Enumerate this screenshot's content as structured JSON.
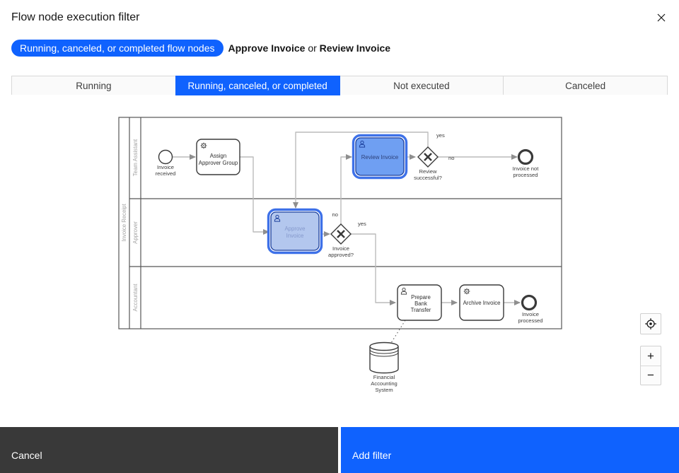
{
  "modal": {
    "title": "Flow node execution filter"
  },
  "summary": {
    "pill_label": "Running, canceled, or completed flow nodes",
    "node_a": "Approve Invoice",
    "conjunction": " or ",
    "node_b": "Review Invoice"
  },
  "tabs": [
    {
      "label": "Running",
      "selected": false
    },
    {
      "label": "Running, canceled, or completed",
      "selected": true
    },
    {
      "label": "Not executed",
      "selected": false
    },
    {
      "label": "Canceled",
      "selected": false
    }
  ],
  "diagram": {
    "pool": "Invoice Receipt",
    "lanes": [
      "Team Assistant",
      "Approver",
      "Accountant"
    ],
    "start_event": {
      "l1": "Invoice",
      "l2": "received"
    },
    "task_assign": {
      "l1": "Assign",
      "l2": "Approver Group"
    },
    "task_review": "Review Invoice",
    "gateway_review": {
      "l1": "Review",
      "l2": "successful?",
      "yes": "yes",
      "no": "no"
    },
    "end_not_processed": {
      "l1": "Invoice not",
      "l2": "processed"
    },
    "task_approve": {
      "l1": "Approve",
      "l2": "Invoice"
    },
    "gateway_approved": {
      "l1": "Invoice",
      "l2": "approved?",
      "yes": "yes",
      "no": "no"
    },
    "task_prepare": {
      "l1": "Prepare",
      "l2": "Bank",
      "l3": "Transfer"
    },
    "task_archive": "Archive Invoice",
    "end_processed": {
      "l1": "Invoice",
      "l2": "processed"
    },
    "datastore": {
      "l1": "Financial",
      "l2": "Accounting",
      "l3": "System"
    }
  },
  "controls": {
    "zoom_in": "+",
    "zoom_out": "−"
  },
  "footer": {
    "cancel_label": "Cancel",
    "add_filter_label": "Add filter"
  },
  "colors": {
    "accent_blue": "#0f62fe",
    "highlight_ring": "#3e71e8",
    "completed_node_fill": "#b3c7ee",
    "completed_node_text": "#8599cc",
    "active_node_fill": "#6f9ff2",
    "node_border_blue": "#1c3f9c",
    "cancel_button_bg": "#393939"
  }
}
